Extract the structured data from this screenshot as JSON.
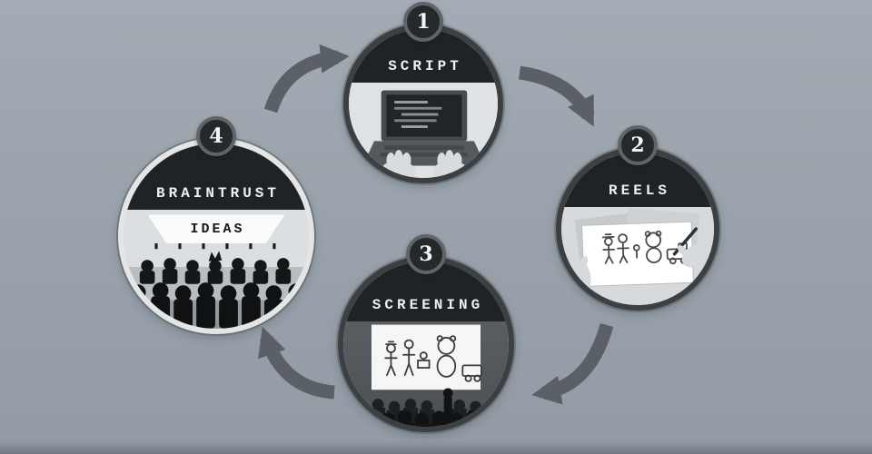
{
  "diagram": {
    "steps": [
      {
        "number": "1",
        "label": "SCRIPT"
      },
      {
        "number": "2",
        "label": "REELS"
      },
      {
        "number": "3",
        "label": "SCREENING"
      },
      {
        "number": "4",
        "label": "BRAINTRUST",
        "banner": "IDEAS"
      }
    ],
    "colors": {
      "background": "#9aa3ab",
      "circle_ring": "#3c4043",
      "highlight_ring": "#e4e6e6",
      "header": "#202325",
      "arrow": "#5a6066",
      "body_light": "#e0e3e5",
      "theater_wall": "#4c5054",
      "silhouette": "#101213",
      "banner": "#fbfbfa"
    }
  }
}
